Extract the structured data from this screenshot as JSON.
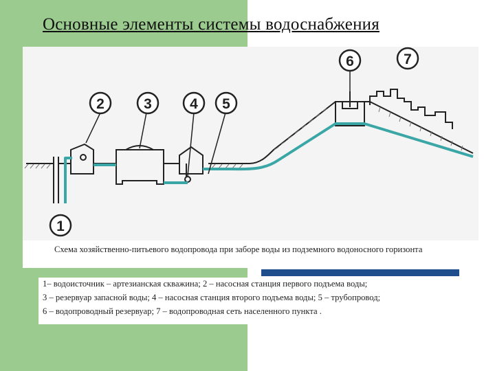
{
  "title": "Основные элементы системы водоснабжения",
  "diagram": {
    "markers": [
      "1",
      "2",
      "3",
      "4",
      "5",
      "6",
      "7"
    ]
  },
  "caption": "Схема хозяйственно-питьевого водопровода при заборе воды из подземного водоносного горизонта",
  "legend": [
    "1– водоисточник – артезианская скважина; 2 – насосная станция первого подъема воды;",
    "3 – резервуар запасной воды; 4 – насосная станция второго подъема воды; 5 – трубопровод;",
    "6 – водопроводный резервуар; 7 – водопроводная сеть населенного пункта ."
  ],
  "colors": {
    "green_band": "#9ccb8f",
    "pipe": "#3aa6a6",
    "accent_bar": "#1f4e8c"
  }
}
